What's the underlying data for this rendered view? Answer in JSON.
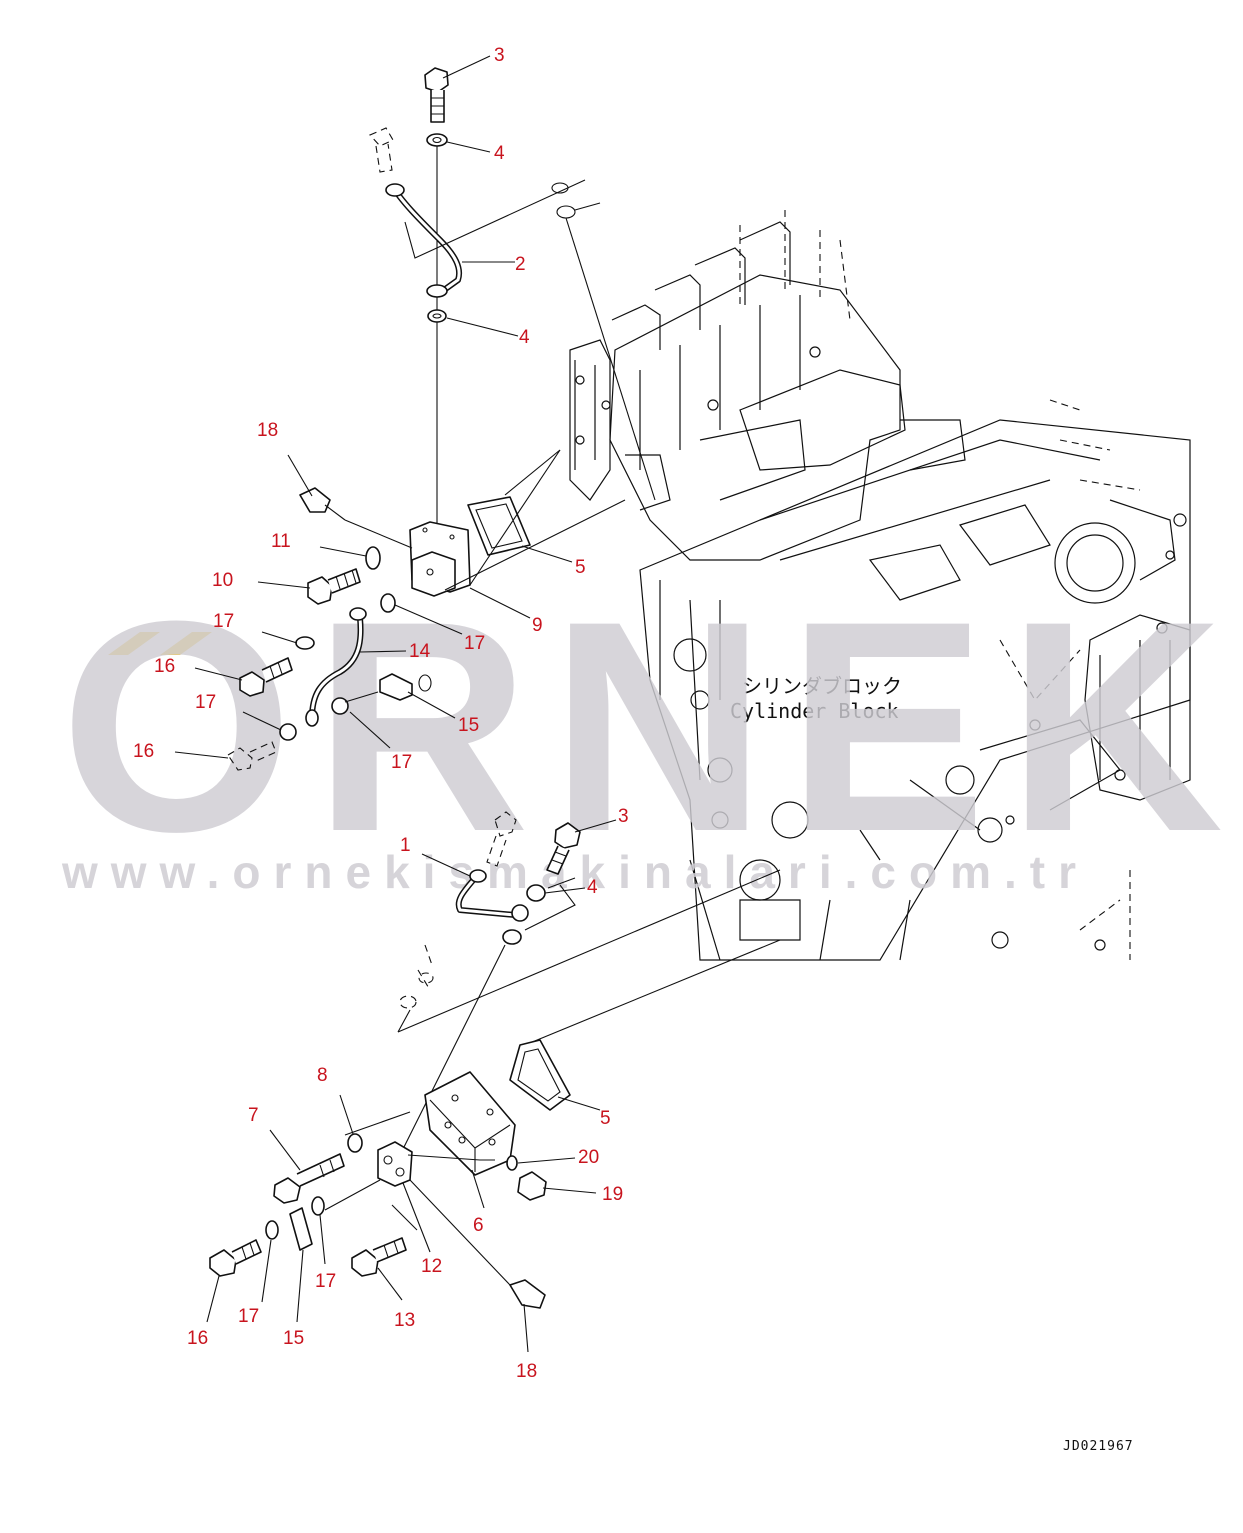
{
  "diagram": {
    "watermark": {
      "brand": "ORNEK",
      "url": "www.ornekismakinalari.com.tr",
      "accent_color": "#f0c850",
      "text_color": "#cfcdd3"
    },
    "block_label_jp": "シリンダブロック",
    "block_label_en": "Cylinder Block",
    "drawing_code": "JD021967",
    "label_color": "#c8141e",
    "callouts": {
      "c3a": "3",
      "c4a": "4",
      "c2": "2",
      "c4b": "4",
      "c18a": "18",
      "c11": "11",
      "c5a": "5",
      "c10": "10",
      "c9": "9",
      "c17a": "17",
      "c17b": "17",
      "c14": "14",
      "c16a": "16",
      "c17c": "17",
      "c15a": "15",
      "c16b": "16",
      "c17d": "17",
      "c1": "1",
      "c3b": "3",
      "c4c": "4",
      "c8": "8",
      "c7": "7",
      "c5b": "5",
      "c20": "20",
      "c19": "19",
      "c6": "6",
      "c12": "12",
      "c17e": "17",
      "c17f": "17",
      "c16c": "16",
      "c15b": "15",
      "c13": "13",
      "c18b": "18"
    }
  }
}
